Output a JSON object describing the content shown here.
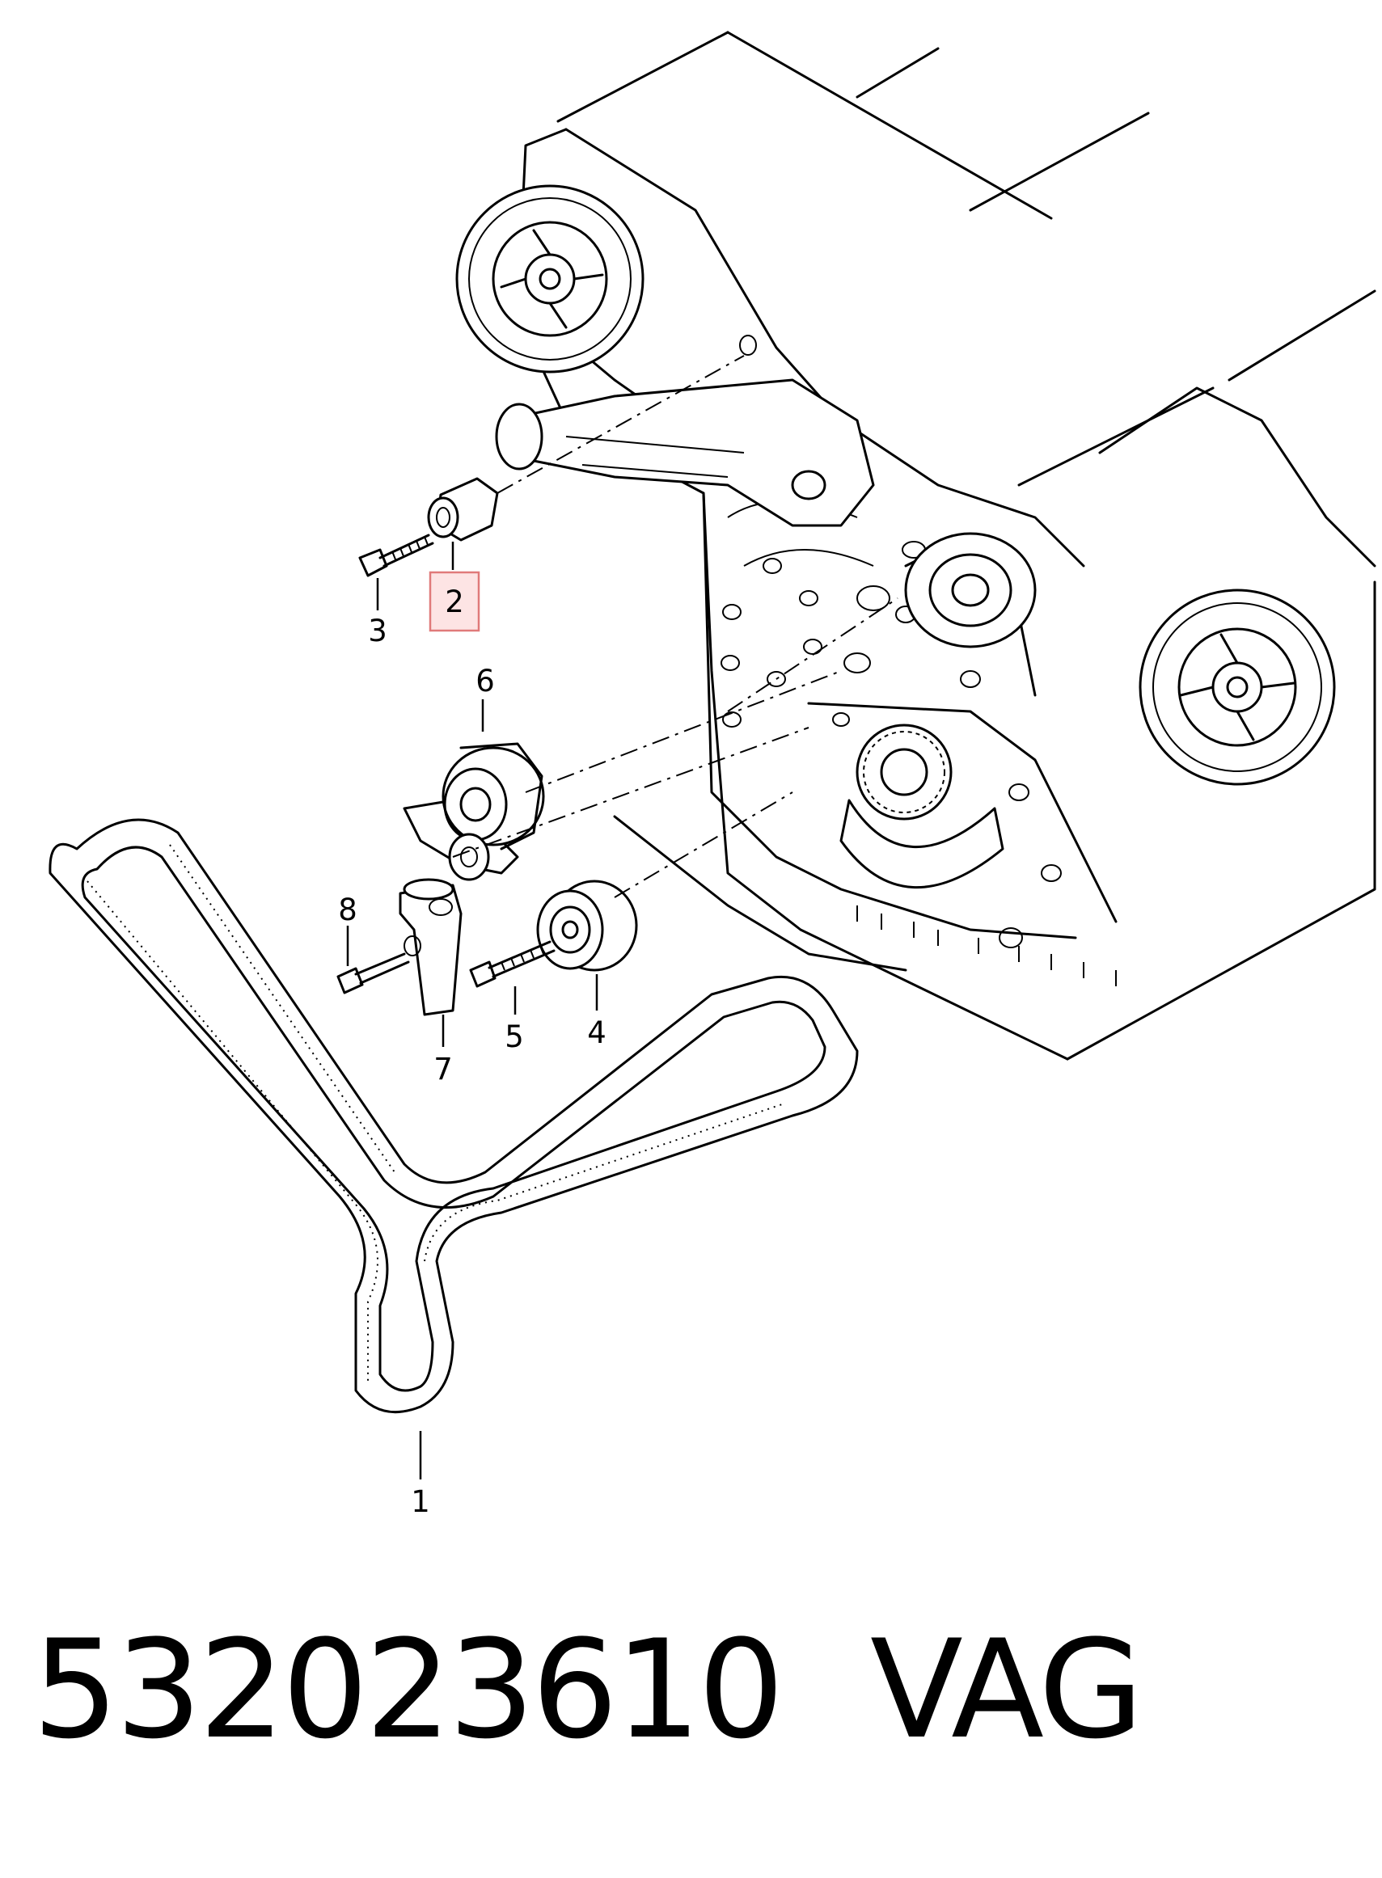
{
  "caption": {
    "part_number": "532023610",
    "brand": "VAG"
  },
  "callouts": [
    {
      "id": "1",
      "label": "1"
    },
    {
      "id": "2",
      "label": "2",
      "highlighted": true
    },
    {
      "id": "3",
      "label": "3"
    },
    {
      "id": "4",
      "label": "4"
    },
    {
      "id": "5",
      "label": "5"
    },
    {
      "id": "6",
      "label": "6"
    },
    {
      "id": "7",
      "label": "7"
    },
    {
      "id": "8",
      "label": "8"
    }
  ],
  "colors": {
    "line": "#000000",
    "highlight_fill": "#fde4e4",
    "highlight_border": "#e07a7a"
  }
}
